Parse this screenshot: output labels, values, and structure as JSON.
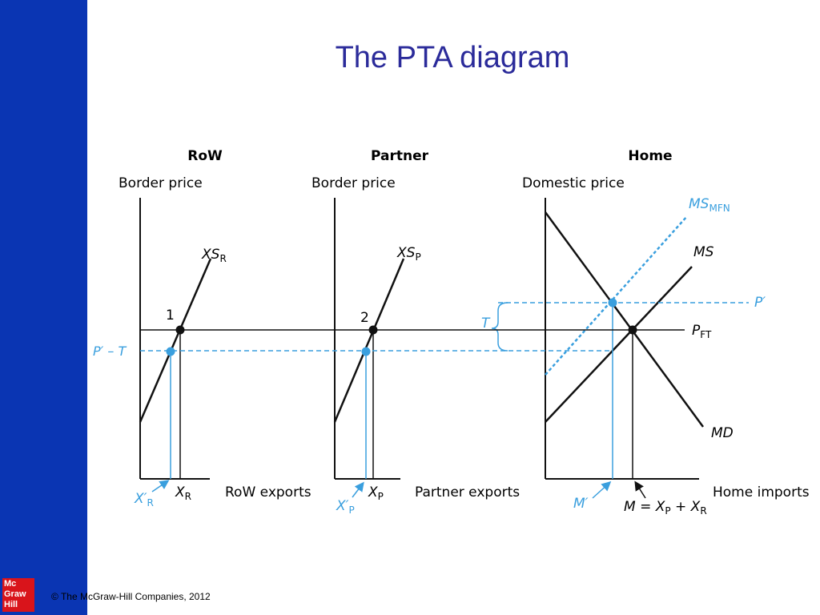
{
  "slide": {
    "title": "The PTA diagram",
    "copyright": "© The McGraw-Hill Companies, 2012",
    "logo_lines": [
      "Mc",
      "Graw",
      "Hill"
    ]
  },
  "colors": {
    "sidebar": "#0a35b3",
    "title": "#2b2b9a",
    "accent_blue": "#3a9fde",
    "logo_red": "#d9141b",
    "line": "#111111"
  },
  "panels": {
    "row": {
      "header": "RoW",
      "y_axis_label": "Border price",
      "x_axis_label": "RoW exports",
      "curve_label_main": "XS",
      "curve_label_sub": "R",
      "point_label": "1",
      "price_label": "P′ – T",
      "x_main_main": "X",
      "x_main_sub": "R",
      "x_prime_main": "X′",
      "x_prime_sub": "R"
    },
    "partner": {
      "header": "Partner",
      "y_axis_label": "Border price",
      "x_axis_label": "Partner exports",
      "curve_label_main": "XS",
      "curve_label_sub": "P",
      "point_label": "2",
      "x_main_main": "X",
      "x_main_sub": "P",
      "x_prime_main": "X′",
      "x_prime_sub": "P"
    },
    "home": {
      "header": "Home",
      "y_axis_label": "Domestic price",
      "x_axis_label": "Home imports",
      "ms_mfn_main": "MS",
      "ms_mfn_sub": "MFN",
      "ms_label": "MS",
      "md_label": "MD",
      "p_prime_label": "P′",
      "pft_main": "P",
      "pft_sub": "FT",
      "tariff_label": "T",
      "m_prime_label": "M′",
      "m_eq": [
        "M = X",
        "P",
        " + X",
        "R"
      ]
    }
  }
}
